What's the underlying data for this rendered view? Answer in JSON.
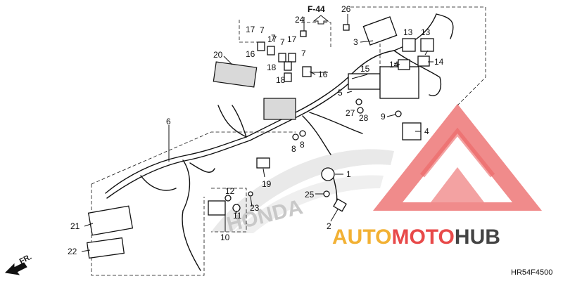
{
  "diagram": {
    "ref_label": "F-44",
    "drawing_code": "HR54F4500",
    "front_label": "FR.",
    "callouts": [
      {
        "id": "c1",
        "text": "1"
      },
      {
        "id": "c2",
        "text": "2"
      },
      {
        "id": "c3",
        "text": "3"
      },
      {
        "id": "c4",
        "text": "4"
      },
      {
        "id": "c5",
        "text": "5"
      },
      {
        "id": "c6",
        "text": "6"
      },
      {
        "id": "c7a",
        "text": "7"
      },
      {
        "id": "c7b",
        "text": "7"
      },
      {
        "id": "c7c",
        "text": "7"
      },
      {
        "id": "c7d",
        "text": "7"
      },
      {
        "id": "c8a",
        "text": "8"
      },
      {
        "id": "c8b",
        "text": "8"
      },
      {
        "id": "c9",
        "text": "9"
      },
      {
        "id": "c10",
        "text": "10"
      },
      {
        "id": "c11",
        "text": "11"
      },
      {
        "id": "c12",
        "text": "12"
      },
      {
        "id": "c13a",
        "text": "13"
      },
      {
        "id": "c13b",
        "text": "13"
      },
      {
        "id": "c14a",
        "text": "14"
      },
      {
        "id": "c14b",
        "text": "14"
      },
      {
        "id": "c15",
        "text": "15"
      },
      {
        "id": "c16a",
        "text": "16"
      },
      {
        "id": "c16b",
        "text": "16"
      },
      {
        "id": "c17a",
        "text": "17"
      },
      {
        "id": "c17b",
        "text": "17"
      },
      {
        "id": "c17c",
        "text": "17"
      },
      {
        "id": "c18a",
        "text": "18"
      },
      {
        "id": "c18b",
        "text": "18"
      },
      {
        "id": "c19",
        "text": "19"
      },
      {
        "id": "c20",
        "text": "20"
      },
      {
        "id": "c21",
        "text": "21"
      },
      {
        "id": "c22",
        "text": "22"
      },
      {
        "id": "c23",
        "text": "23"
      },
      {
        "id": "c24",
        "text": "24"
      },
      {
        "id": "c25",
        "text": "25"
      },
      {
        "id": "c26",
        "text": "26"
      },
      {
        "id": "c27",
        "text": "27"
      },
      {
        "id": "c28",
        "text": "28"
      }
    ]
  },
  "watermark": {
    "word_part1": "AUTO",
    "word_part2": "MOTO",
    "word_part3": "HUB",
    "color_primary": "#e84a4a",
    "color_secondary": "#f2b134",
    "color_tertiary": "#444444"
  },
  "background_brand": {
    "text": "HONDA",
    "color": "#c8c8c8"
  }
}
